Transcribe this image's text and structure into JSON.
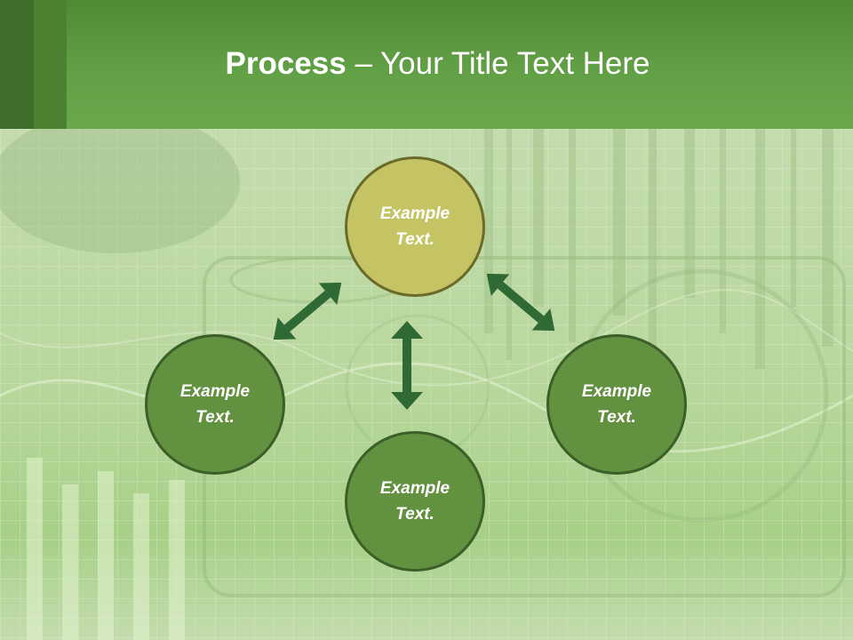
{
  "slide": {
    "title_bold": "Process",
    "title_rest": " – Your Title Text Here"
  },
  "diagram": {
    "nodes": [
      {
        "id": "top",
        "label": "Example Text.",
        "color": "#c5c465"
      },
      {
        "id": "left",
        "label": "Example Text.",
        "color": "#62913f"
      },
      {
        "id": "right",
        "label": "Example Text.",
        "color": "#62913f"
      },
      {
        "id": "bottom",
        "label": "Example Text.",
        "color": "#62913f"
      }
    ],
    "arrow_color": "#2f6a35"
  }
}
